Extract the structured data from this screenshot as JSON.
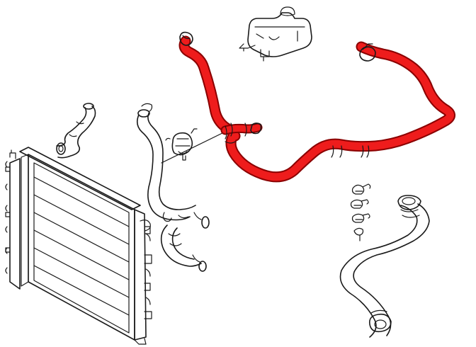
{
  "colors": {
    "background": "#ffffff",
    "line_art": "#1a1a1a",
    "highlight_fill": "#ee1c1c",
    "highlight_outline": "#8a0000"
  },
  "parts": [
    {
      "name": "radiator",
      "highlighted": false
    },
    {
      "name": "expansion-tank",
      "highlighted": false
    },
    {
      "name": "upper-hose-small",
      "highlighted": false
    },
    {
      "name": "radiator-upper-hose",
      "highlighted": false
    },
    {
      "name": "thermostat-housing",
      "highlighted": false
    },
    {
      "name": "heater-hose-assembly",
      "highlighted": true
    },
    {
      "name": "lower-radiator-hose",
      "highlighted": false
    },
    {
      "name": "hose-clamps",
      "highlighted": false
    }
  ]
}
